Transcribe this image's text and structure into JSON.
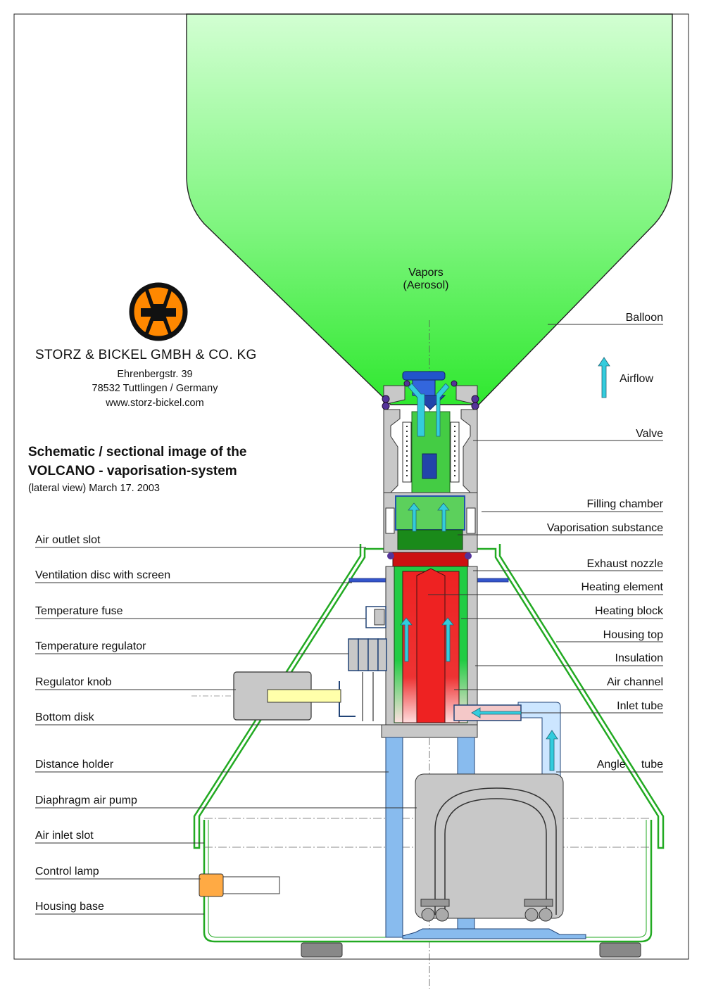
{
  "company": {
    "name": "STORZ & BICKEL GMBH & CO. KG",
    "street": "Ehrenbergstr. 39",
    "city": "78532 Tuttlingen / Germany",
    "website": "www.storz-bickel.com"
  },
  "heading": {
    "line1": "Schematic / sectional image of the",
    "line2": "VOLCANO - vaporisation-system",
    "line3": "(lateral view) March 17. 2003"
  },
  "vapor_label": {
    "line1": "Vapors",
    "line2": "(Aerosol)"
  },
  "labels_right": [
    "Balloon",
    "Airflow",
    "Valve",
    "Filling chamber",
    "Vaporisation substance",
    "Exhaust nozzle",
    "Heating element",
    "Heating block",
    "Housing top",
    "Insulation",
    "Air channel",
    "Inlet tube",
    "Angle     tube"
  ],
  "labels_left": [
    "Air outlet slot",
    "Ventilation disc with screen",
    "Temperature fuse",
    "Temperature regulator",
    "Regulator knob",
    "Bottom disk",
    "Distance holder",
    "Diaphragm air pump",
    "Air inlet slot",
    "Control lamp",
    "Housing base"
  ],
  "colors": {
    "balloon_top": "#ccffcc",
    "balloon_bottom": "#33ee33",
    "housing_green": "#22aa22",
    "heating_red": "#ee2222",
    "tube_blue": "#88bbee",
    "part_grey": "#c8c8c8",
    "airflow_cyan": "#33ccdd",
    "logo_orange": "#ff8800"
  }
}
